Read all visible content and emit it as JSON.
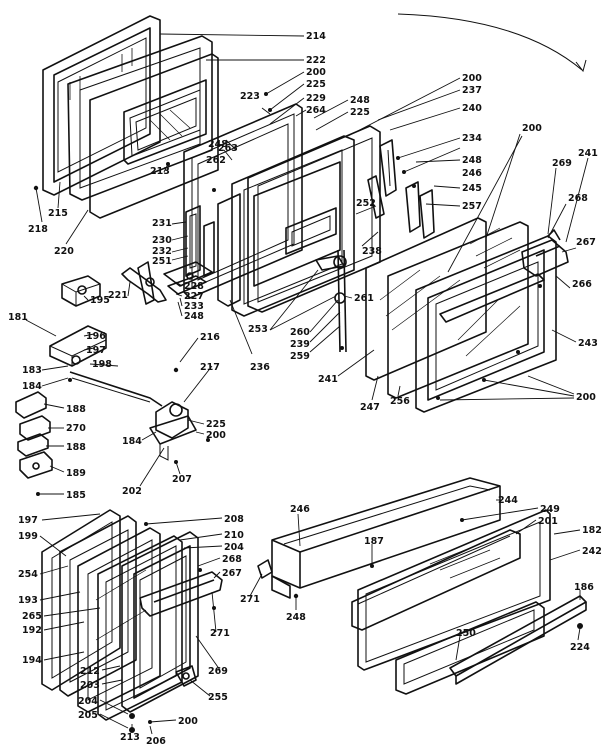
{
  "labels": [
    {
      "id": "l214a",
      "text": "214"
    },
    {
      "id": "l222",
      "text": "222"
    },
    {
      "id": "l200a",
      "text": "200"
    },
    {
      "id": "l225a",
      "text": "225"
    },
    {
      "id": "l229",
      "text": "229"
    },
    {
      "id": "l223",
      "text": "223"
    },
    {
      "id": "l264",
      "text": "264"
    },
    {
      "id": "l248a",
      "text": "248"
    },
    {
      "id": "l225b",
      "text": "225"
    },
    {
      "id": "l200b",
      "text": "200"
    },
    {
      "id": "l237",
      "text": "237"
    },
    {
      "id": "l240",
      "text": "240"
    },
    {
      "id": "l234",
      "text": "234"
    },
    {
      "id": "l200c",
      "text": "200"
    },
    {
      "id": "l241a",
      "text": "241"
    },
    {
      "id": "l269a",
      "text": "269"
    },
    {
      "id": "l248b",
      "text": "248"
    },
    {
      "id": "l246a",
      "text": "246"
    },
    {
      "id": "l268a",
      "text": "268"
    },
    {
      "id": "l245",
      "text": "245"
    },
    {
      "id": "l257",
      "text": "257"
    },
    {
      "id": "l267a",
      "text": "267"
    },
    {
      "id": "l266",
      "text": "266"
    },
    {
      "id": "l248c",
      "text": "248"
    },
    {
      "id": "l263",
      "text": "263"
    },
    {
      "id": "l262",
      "text": "262"
    },
    {
      "id": "l213a",
      "text": "213"
    },
    {
      "id": "l215",
      "text": "215"
    },
    {
      "id": "l218",
      "text": "218"
    },
    {
      "id": "l220",
      "text": "220"
    },
    {
      "id": "l231",
      "text": "231"
    },
    {
      "id": "l230",
      "text": "230"
    },
    {
      "id": "l232",
      "text": "232"
    },
    {
      "id": "l251",
      "text": "251"
    },
    {
      "id": "l252",
      "text": "252"
    },
    {
      "id": "l238",
      "text": "238"
    },
    {
      "id": "l221",
      "text": "221"
    },
    {
      "id": "l228",
      "text": "228"
    },
    {
      "id": "l227",
      "text": "227"
    },
    {
      "id": "l233",
      "text": "233"
    },
    {
      "id": "l248d",
      "text": "248"
    },
    {
      "id": "l195",
      "text": "195"
    },
    {
      "id": "l181",
      "text": "181"
    },
    {
      "id": "l196",
      "text": "196"
    },
    {
      "id": "l197a",
      "text": "197"
    },
    {
      "id": "l198",
      "text": "198"
    },
    {
      "id": "l183",
      "text": "183"
    },
    {
      "id": "l184a",
      "text": "184"
    },
    {
      "id": "l216",
      "text": "216"
    },
    {
      "id": "l253",
      "text": "253"
    },
    {
      "id": "l260",
      "text": "260"
    },
    {
      "id": "l239",
      "text": "239"
    },
    {
      "id": "l259",
      "text": "259"
    },
    {
      "id": "l261",
      "text": "261"
    },
    {
      "id": "l236",
      "text": "236"
    },
    {
      "id": "l241b",
      "text": "241"
    },
    {
      "id": "l247",
      "text": "247"
    },
    {
      "id": "l256",
      "text": "256"
    },
    {
      "id": "l243",
      "text": "243"
    },
    {
      "id": "l200d",
      "text": "200"
    },
    {
      "id": "l217",
      "text": "217"
    },
    {
      "id": "l188",
      "text": "188"
    },
    {
      "id": "l270",
      "text": "270"
    },
    {
      "id": "l188b",
      "text": "188"
    },
    {
      "id": "l184b",
      "text": "184"
    },
    {
      "id": "l225c",
      "text": "225"
    },
    {
      "id": "l200e",
      "text": "200"
    },
    {
      "id": "l189",
      "text": "189"
    },
    {
      "id": "l207",
      "text": "207"
    },
    {
      "id": "l202",
      "text": "202"
    },
    {
      "id": "l185",
      "text": "185"
    },
    {
      "id": "l197b",
      "text": "197"
    },
    {
      "id": "l199",
      "text": "199"
    },
    {
      "id": "l254",
      "text": "254"
    },
    {
      "id": "l193",
      "text": "193"
    },
    {
      "id": "l265",
      "text": "265"
    },
    {
      "id": "l192",
      "text": "192"
    },
    {
      "id": "l194",
      "text": "194"
    },
    {
      "id": "l212",
      "text": "212"
    },
    {
      "id": "l203",
      "text": "203"
    },
    {
      "id": "l204a",
      "text": "204"
    },
    {
      "id": "l205",
      "text": "205"
    },
    {
      "id": "l213b",
      "text": "213"
    },
    {
      "id": "l206",
      "text": "206"
    },
    {
      "id": "l200f",
      "text": "200"
    },
    {
      "id": "l255",
      "text": "255"
    },
    {
      "id": "l269b",
      "text": "269"
    },
    {
      "id": "l271a",
      "text": "271"
    },
    {
      "id": "l267b",
      "text": "267"
    },
    {
      "id": "l268b",
      "text": "268"
    },
    {
      "id": "l204b",
      "text": "204"
    },
    {
      "id": "l210",
      "text": "210"
    },
    {
      "id": "l208",
      "text": "208"
    },
    {
      "id": "l246b",
      "text": "246"
    },
    {
      "id": "l187",
      "text": "187"
    },
    {
      "id": "l271b",
      "text": "271"
    },
    {
      "id": "l248e",
      "text": "248"
    },
    {
      "id": "l244",
      "text": "244"
    },
    {
      "id": "l249",
      "text": "249"
    },
    {
      "id": "l201",
      "text": "201"
    },
    {
      "id": "l182",
      "text": "182"
    },
    {
      "id": "l242",
      "text": "242"
    },
    {
      "id": "l186",
      "text": "186"
    },
    {
      "id": "l250",
      "text": "250"
    },
    {
      "id": "l224",
      "text": "224"
    }
  ]
}
